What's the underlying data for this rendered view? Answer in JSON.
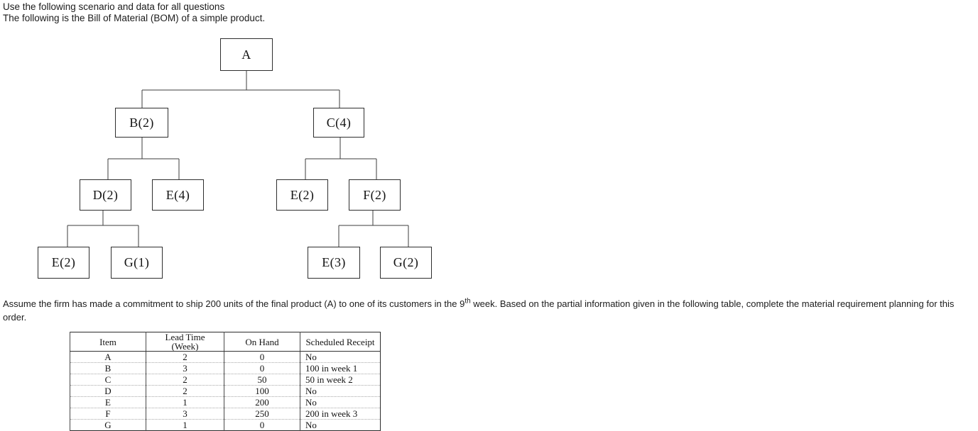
{
  "intro": {
    "line1": "Use the following scenario and data for all questions",
    "line2": "The following is the Bill of Material (BOM) of a simple product."
  },
  "bom_tree": {
    "nodes": [
      {
        "label": "A",
        "item": "A",
        "qty_per_parent": null,
        "parent": null
      },
      {
        "label": "B(2)",
        "item": "B",
        "qty_per_parent": 2,
        "parent": "A"
      },
      {
        "label": "C(4)",
        "item": "C",
        "qty_per_parent": 4,
        "parent": "A"
      },
      {
        "label": "D(2)",
        "item": "D",
        "qty_per_parent": 2,
        "parent": "B"
      },
      {
        "label": "E(4)",
        "item": "E",
        "qty_per_parent": 4,
        "parent": "B"
      },
      {
        "label": "E(2)",
        "item": "E",
        "qty_per_parent": 2,
        "parent": "C"
      },
      {
        "label": "F(2)",
        "item": "F",
        "qty_per_parent": 2,
        "parent": "C"
      },
      {
        "label": "E(2)",
        "item": "E",
        "qty_per_parent": 2,
        "parent": "D"
      },
      {
        "label": "G(1)",
        "item": "G",
        "qty_per_parent": 1,
        "parent": "D"
      },
      {
        "label": "E(3)",
        "item": "E",
        "qty_per_parent": 3,
        "parent": "F"
      },
      {
        "label": "G(2)",
        "item": "G",
        "qty_per_parent": 2,
        "parent": "F"
      }
    ]
  },
  "question": {
    "part1": "Assume the firm has made a commitment to ship 200 units of the final product (A) to one of its customers in the 9",
    "superscript": "th",
    "part2": " week. Based on the partial information given in the following table, complete the material requirement planning for this order."
  },
  "table": {
    "headers": [
      "Item",
      "Lead Time\n(Week)",
      "On Hand",
      "Scheduled Receipt"
    ],
    "rows": [
      [
        "A",
        "2",
        "0",
        "No"
      ],
      [
        "B",
        "3",
        "0",
        "100 in week 1"
      ],
      [
        "C",
        "2",
        "50",
        "50 in week 2"
      ],
      [
        "D",
        "2",
        "100",
        "No"
      ],
      [
        "E",
        "1",
        "200",
        "No"
      ],
      [
        "F",
        "3",
        "250",
        "200 in week 3"
      ],
      [
        "G",
        "1",
        "0",
        "No"
      ]
    ]
  }
}
